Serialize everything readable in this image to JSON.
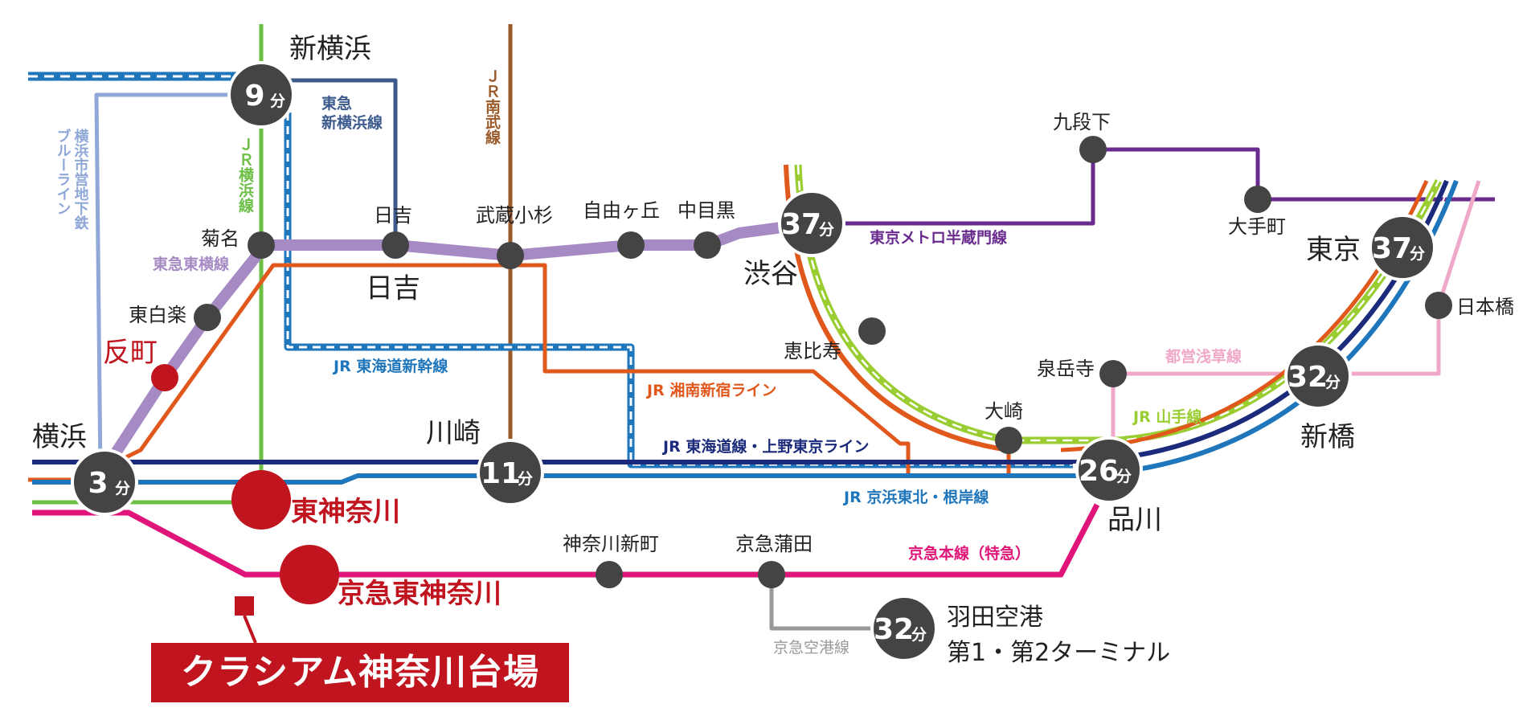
{
  "colors": {
    "tokaido": "#1b2a7a",
    "shonan": "#e0581c",
    "keihin": "#1f76bb",
    "yokohama_line": "#6cbe45",
    "toyoko": "#a58ac4",
    "keikyu": "#e0157a",
    "brown": "#9b5a2a",
    "hanzomon": "#6a2b8e",
    "shinkansen": "#1f76bb",
    "subway_blue": "#8fa8d8",
    "shinyoko": "#3c5a8c",
    "asakusa": "#f0a8c8",
    "yamanote": "#9acd32",
    "airport": "#999999",
    "station": "#444444",
    "highlight": "#c0141f"
  },
  "property": {
    "name": "クラシアム神奈川台場"
  },
  "highlight_stations": {
    "tanmachi": "反町",
    "higashi_kanagawa": "東神奈川",
    "keikyu_higashi_kanagawa": "京急東神奈川"
  },
  "hubs": {
    "yokohama": {
      "name": "横浜",
      "minutes": "3",
      "unit": "分"
    },
    "shinyokohama": {
      "name": "新横浜",
      "minutes": "9",
      "unit": "分"
    },
    "kawasaki": {
      "name": "川崎",
      "minutes": "11",
      "unit": "分"
    },
    "shibuya": {
      "name": "渋谷",
      "minutes": "37",
      "unit": "分"
    },
    "shinagawa": {
      "name": "品川",
      "minutes": "26",
      "unit": "分"
    },
    "shimbashi": {
      "name": "新橋",
      "minutes": "32",
      "unit": "分"
    },
    "tokyo": {
      "name": "東京",
      "minutes": "37",
      "unit": "分"
    },
    "haneda": {
      "name_line1": "羽田空港",
      "name_line2": "第1・第2ターミナル",
      "minutes": "32",
      "unit": "分"
    }
  },
  "stations": {
    "kikuna": "菊名",
    "higashihakuraku": "東白楽",
    "hiyoshi_small": "日吉",
    "hiyoshi_big": "日吉",
    "musashikosugi": "武蔵小杉",
    "jiyugaoka": "自由ヶ丘",
    "nakameguro": "中目黒",
    "ebisu": "恵比寿",
    "osaki": "大崎",
    "sengakuji": "泉岳寺",
    "kudanshita": "九段下",
    "otemachi": "大手町",
    "nihombashi": "日本橋",
    "kanagawa_shinmachi": "神奈川新町",
    "keikyu_kamata": "京急蒲田"
  },
  "lines": {
    "blue_line": "横浜市営地下鉄\nブルーライン",
    "yokohama_line": "ＪＲ横浜線",
    "nambu": "ＪＲ南武線",
    "shinyokohama": "東急\n新横浜線",
    "toyoko": "東急東横線",
    "tokaido_shinkansen": "JR 東海道新幹線",
    "shonan_shinjuku": "JR 湘南新宿ライン",
    "tokaido_ueno": "JR 東海道線・上野東京ライン",
    "keihin_tohoku": "JR 京浜東北・根岸線",
    "keikyu_main": "京急本線（特急）",
    "keikyu_airport": "京急空港線",
    "hanzomon": "東京メトロ半蔵門線",
    "asakusa": "都営浅草線",
    "yamanote": "JR 山手線"
  }
}
